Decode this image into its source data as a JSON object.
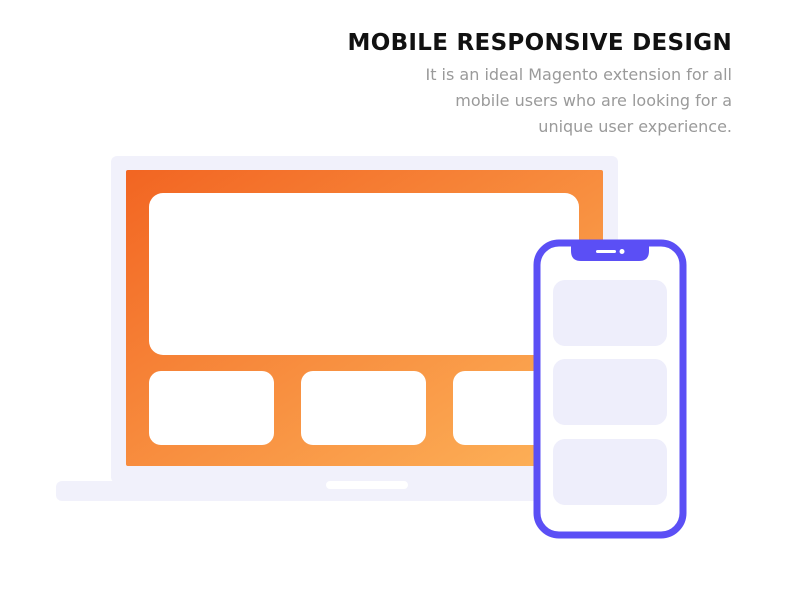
{
  "header": {
    "title": "MOBILE RESPONSIVE DESIGN",
    "description_lines": [
      "It is an ideal Magento extension for all",
      "mobile users who are looking for a",
      "unique user experience."
    ]
  },
  "colors": {
    "laptop_frame": "#f1f1fb",
    "screen_gradient_start": "#f26522",
    "screen_gradient_end": "#fdb45a",
    "phone_frame": "#5b4ff5",
    "phone_card": "#eeeefb"
  },
  "icons": {
    "laptop": "laptop-icon",
    "phone": "smartphone-icon"
  }
}
